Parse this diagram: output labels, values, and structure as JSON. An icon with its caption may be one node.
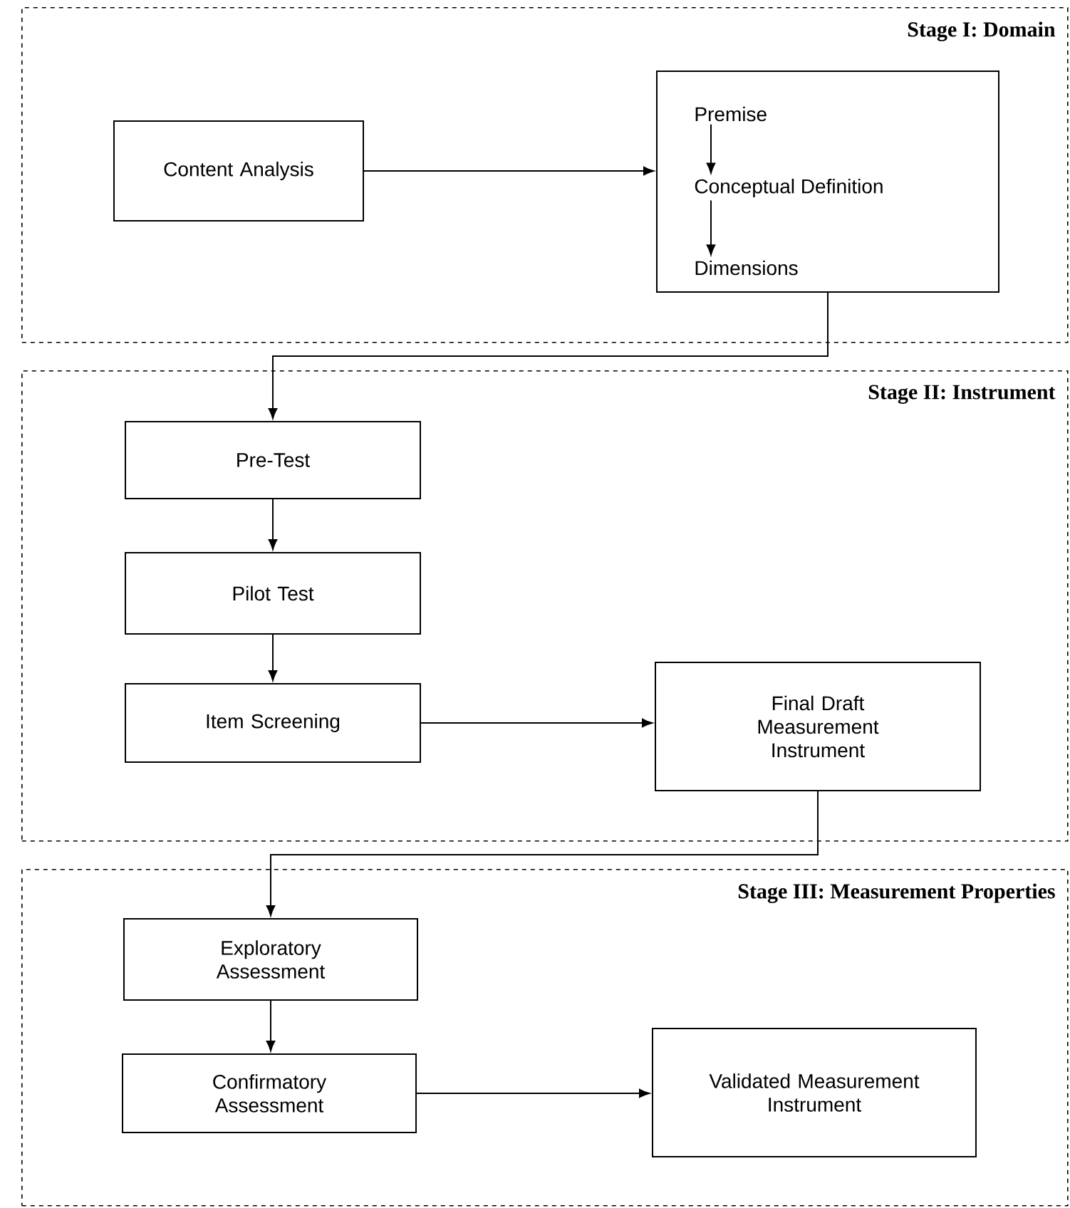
{
  "diagram": {
    "nodes": [
      {
        "text": [
          "Stage I: Domain"
        ]
      },
      {
        "text": [
          "Content Analysis"
        ],
        "in": 0
      },
      {
        "text": [],
        "shape": "box",
        "in": 0
      },
      {
        "text": [
          "Premise"
        ],
        "in": 2
      },
      {
        "text": [
          "Conceptual Definition"
        ],
        "in": 2
      },
      {
        "text": [
          "Dimensions"
        ],
        "in": 2
      },
      {
        "text": [
          "Stage II: Instrument"
        ]
      },
      {
        "text": [
          "Pre-Test"
        ],
        "in": 6
      },
      {
        "text": [
          "Pilot Test"
        ],
        "in": 6
      },
      {
        "text": [
          "Item Screening"
        ],
        "in": 6
      },
      {
        "text": [
          "Final Draft Measurement Instrument"
        ],
        "in": 6
      },
      {
        "text": [
          "Stage III: Measurement Properties"
        ]
      },
      {
        "text": [
          "Exploratory Assessment"
        ],
        "in": 11
      },
      {
        "text": [
          "Confirmatory Assessment"
        ],
        "in": 11
      },
      {
        "text": [
          "Validated Measurement Instrument"
        ],
        "in": 11
      }
    ],
    "edges": [
      {
        "from": 1,
        "to": 2,
        "arrow": "to"
      },
      {
        "from": 3,
        "to": 4,
        "arrow": "to"
      },
      {
        "from": 4,
        "to": 5,
        "arrow": "to"
      },
      {
        "from": 2,
        "to": 7,
        "arrow": "to"
      },
      {
        "from": 7,
        "to": 8,
        "arrow": "to"
      },
      {
        "from": 8,
        "to": 9,
        "arrow": "to"
      },
      {
        "from": 9,
        "to": 10,
        "arrow": "to"
      },
      {
        "from": 10,
        "to": 12,
        "arrow": "to"
      },
      {
        "from": 12,
        "to": 13,
        "arrow": "to"
      },
      {
        "from": 13,
        "to": 14,
        "arrow": "to"
      }
    ]
  }
}
